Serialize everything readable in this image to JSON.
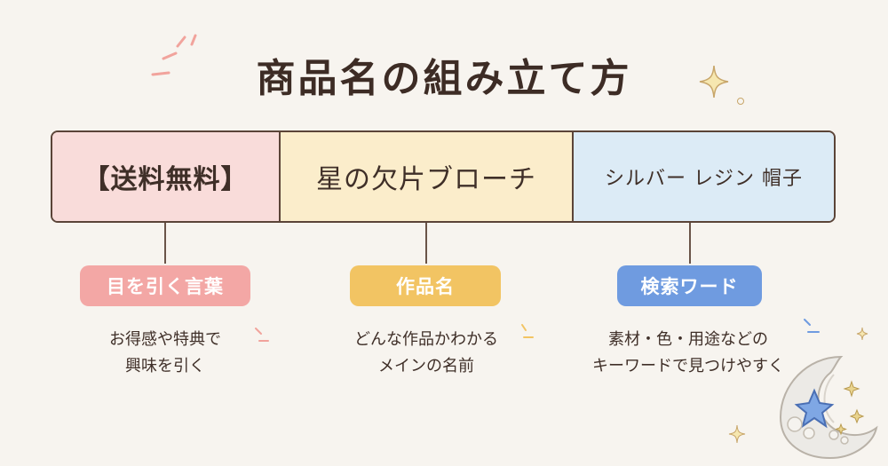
{
  "title": "商品名の組み立て方",
  "segments": [
    {
      "text": "【送料無料】",
      "color": "#f9dcda"
    },
    {
      "text": "星の欠片ブローチ",
      "color": "#fbedcb"
    },
    {
      "text": "シルバー レジン 帽子",
      "color": "#dcebf6"
    }
  ],
  "labels": [
    {
      "text": "目を引く言葉",
      "color": "#f3a7a5"
    },
    {
      "text": "作品名",
      "color": "#f2c463"
    },
    {
      "text": "検索ワード",
      "color": "#6f9be0"
    }
  ],
  "descriptions": [
    {
      "line1": "お得感や特典で",
      "line2": "興味を引く"
    },
    {
      "line1": "どんな作品かわかる",
      "line2": "メインの名前"
    },
    {
      "line1": "素材・色・用途などの",
      "line2": "キーワードで見つけやすく"
    }
  ]
}
